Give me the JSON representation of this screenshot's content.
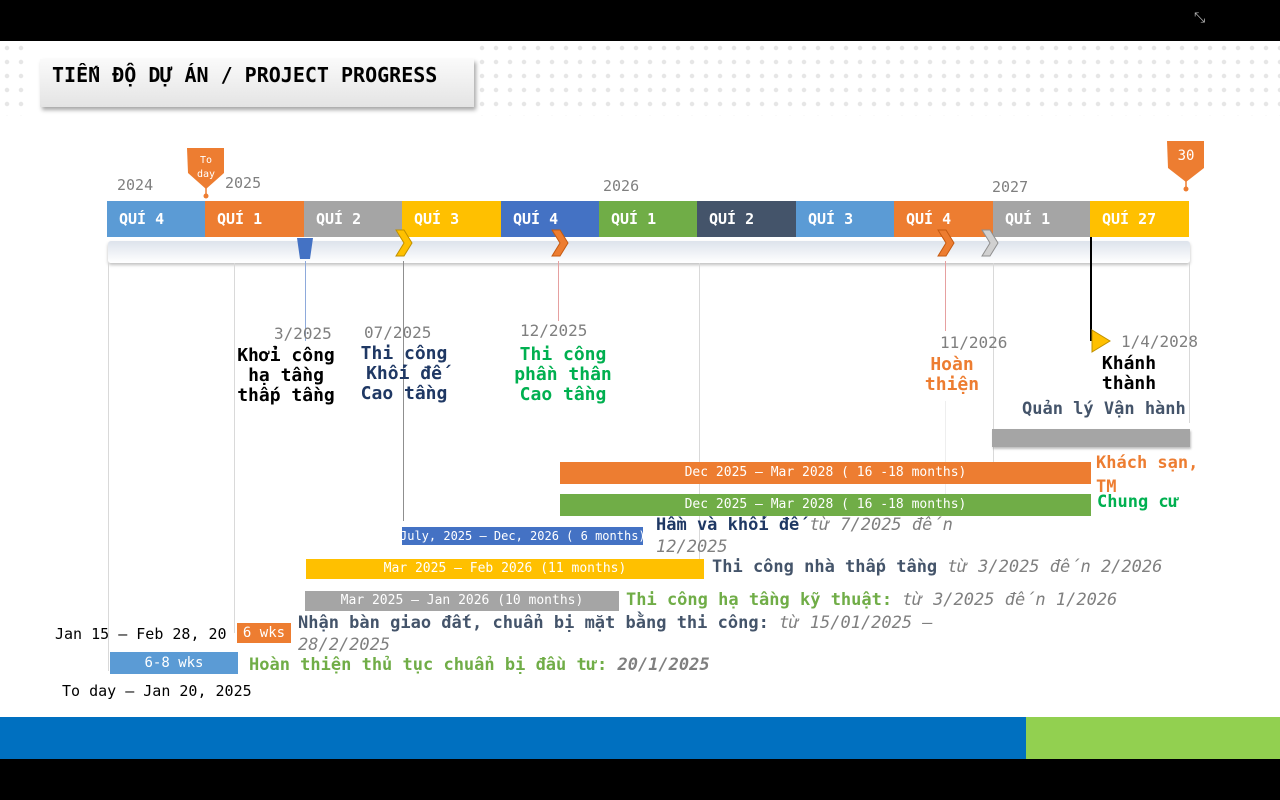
{
  "title": "TIẾN ĐỘ DỰ ÁN / PROJECT PROGRESS",
  "today_marker": "To day",
  "end_marker": "30",
  "years": [
    "2024",
    "2025",
    "2026",
    "2027"
  ],
  "quarters": [
    {
      "label": "QUÍ 4",
      "color": "#5b9bd5"
    },
    {
      "label": "QUÍ 1",
      "color": "#ed7d31"
    },
    {
      "label": "QUÍ 2",
      "color": "#a5a5a5"
    },
    {
      "label": "QUÍ 3",
      "color": "#ffc000"
    },
    {
      "label": "QUÍ 4",
      "color": "#4472c4"
    },
    {
      "label": "QUÍ 1",
      "color": "#70ad47"
    },
    {
      "label": "QUÍ 2",
      "color": "#44546a"
    },
    {
      "label": "QUÍ 3",
      "color": "#5b9bd5"
    },
    {
      "label": "QUÍ 4",
      "color": "#ed7d31"
    },
    {
      "label": "QUÍ 1",
      "color": "#a5a5a5"
    },
    {
      "label": "QUÍ 27",
      "color": "#ffc000"
    }
  ],
  "milestones": [
    {
      "date": "3/2025",
      "label": "Khởi công hạ tầng thấp tầng",
      "color": "#000000"
    },
    {
      "date": "07/2025",
      "label": "Thi công Khối đế Cao tầng",
      "color": "#1f3864"
    },
    {
      "date": "12/2025",
      "label": "Thi công phần thân Cao tầng",
      "color": "#00b050"
    },
    {
      "date": "11/2026",
      "label": "Hoàn thiện",
      "color": "#ed7d31"
    },
    {
      "date": "1/4/2028",
      "label": "Khánh thành",
      "color": "#000000"
    }
  ],
  "operations_label": "Quản lý Vận hành",
  "bars": [
    {
      "text": "Dec 2025 – Mar 2028 ( 16 -18 months)",
      "label": "Khách sạn, TM",
      "label_color": "#ed7d31",
      "color": "#ed7d31"
    },
    {
      "text": "Dec 2025 – Mar 2028 ( 16 -18 months)",
      "label": "Chung cư",
      "label_color": "#00b050",
      "color": "#70ad47"
    },
    {
      "text": "July, 2025 – Dec, 2026 ( 6 months)",
      "label": "Hầm và khối đế",
      "italic": "từ 7/2025 đến 12/2025",
      "label_color": "#1f3864",
      "color": "#4472c4"
    },
    {
      "text": "Mar 2025 – Feb 2026 (11 months)",
      "label": "Thi công nhà thấp tầng",
      "italic": "từ 3/2025 đến 2/2026",
      "label_color": "#44546a",
      "color": "#ffc000"
    },
    {
      "text": "Mar 2025 – Jan 2026 (10 months)",
      "label": "Thi công hạ tầng kỹ thuật:",
      "italic": "từ 3/2025  đến 1/2026",
      "label_color": "#70ad47",
      "color": "#a5a5a5"
    },
    {
      "text": "6 wks",
      "prefix": "Jan 15 – Feb 28, 20",
      "label": "Nhận bàn giao đất, chuẩn bị mặt bằng thi công:",
      "italic": "từ 15/01/2025  – 28/2/2025",
      "label_color": "#44546a",
      "color": "#ed7d31"
    },
    {
      "text": "6-8 wks",
      "label": "Hoàn thiện thủ tục chuẩn bị đầu tư:",
      "italic": " 20/1/2025",
      "label_color": "#70ad47",
      "color": "#5b9bd5"
    }
  ],
  "today_range": "To day – Jan 20, 2025"
}
